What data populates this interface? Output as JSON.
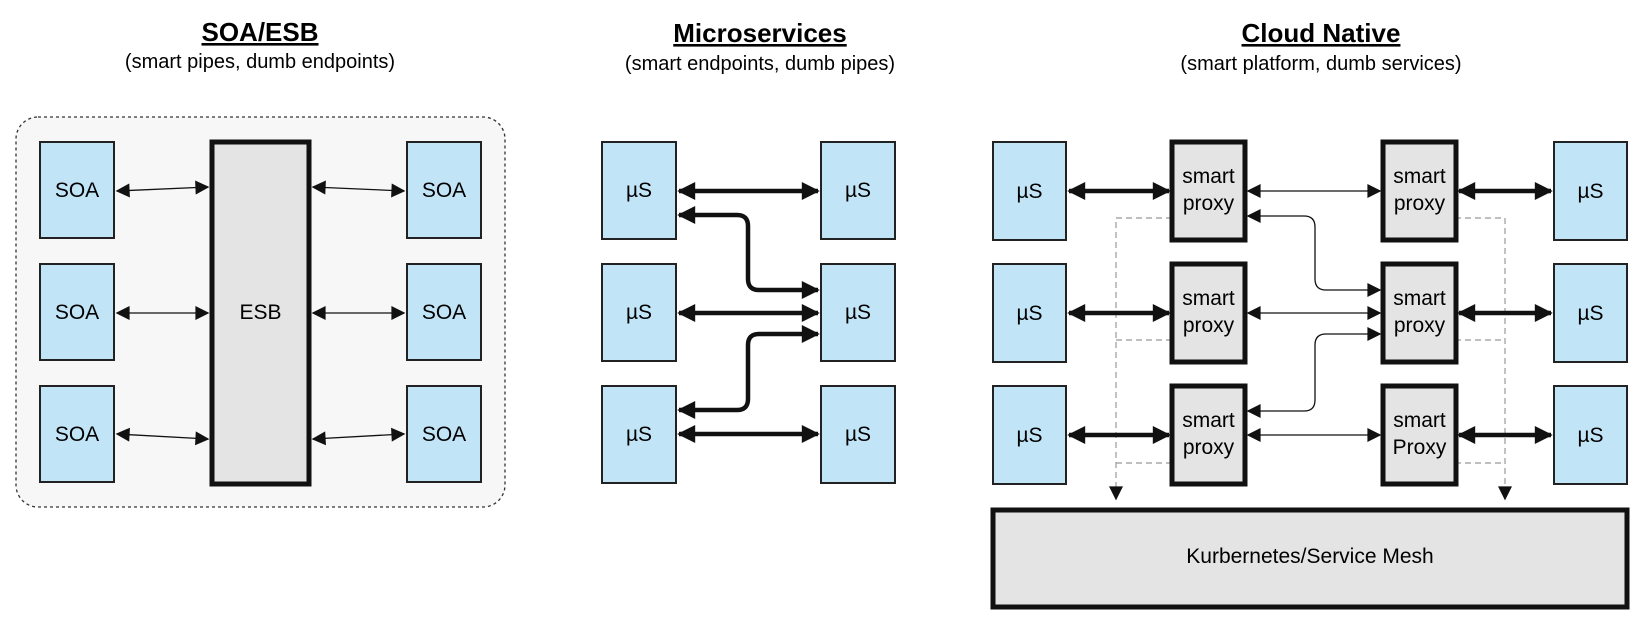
{
  "soa": {
    "title": "SOA/ESB",
    "subtitle": "(smart pipes, dumb endpoints)",
    "node_label": "SOA",
    "bus_label": "ESB"
  },
  "micro": {
    "title": "Microservices",
    "subtitle": "(smart endpoints, dumb pipes)",
    "node_label": "µS"
  },
  "cloud": {
    "title": "Cloud Native",
    "subtitle": "(smart platform, dumb services)",
    "node_label": "µS",
    "proxy_left": [
      {
        "line1": "smart",
        "line2": "proxy"
      },
      {
        "line1": "smart",
        "line2": "proxy"
      },
      {
        "line1": "smart",
        "line2": "proxy"
      }
    ],
    "proxy_right": [
      {
        "line1": "smart",
        "line2": "proxy"
      },
      {
        "line1": "smart",
        "line2": "proxy"
      },
      {
        "line1": "smart",
        "line2": "Proxy"
      }
    ],
    "platform_label": "Kurbernetes/Service Mesh"
  },
  "colors": {
    "service_fill": "#c2e4f7",
    "box_fill": "#e4e4e4",
    "group_fill": "#f7f7f7"
  }
}
